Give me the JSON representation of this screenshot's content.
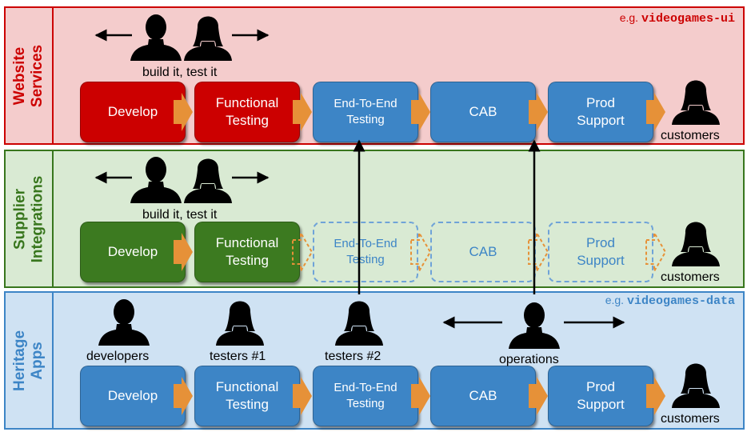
{
  "lanes": [
    {
      "label": "Website\nServices",
      "tag_prefix": "e.g. ",
      "tag_code": "videogames-ui",
      "color": "#cc0000",
      "fill": "#f4cccc"
    },
    {
      "label": "Supplier\nIntegrations",
      "color": "#38761d",
      "fill": "#d9ead3"
    },
    {
      "label": "Heritage\nApps",
      "tag_prefix": "e.g. ",
      "tag_code": "videogames-data",
      "color": "#3d85c6",
      "fill": "#cfe2f3"
    }
  ],
  "stages": {
    "develop": "Develop",
    "functional": "Functional\nTesting",
    "e2e": "End-To-End\nTesting",
    "cab": "CAB",
    "prod": "Prod\nSupport"
  },
  "captions": {
    "build_test": "build it, test it",
    "customers": "customers",
    "developers": "developers",
    "testers1": "testers #1",
    "testers2": "testers #2",
    "operations": "operations"
  },
  "icons": [
    "person-icon",
    "woman-icon",
    "customer-icon",
    "arrow-icon"
  ]
}
